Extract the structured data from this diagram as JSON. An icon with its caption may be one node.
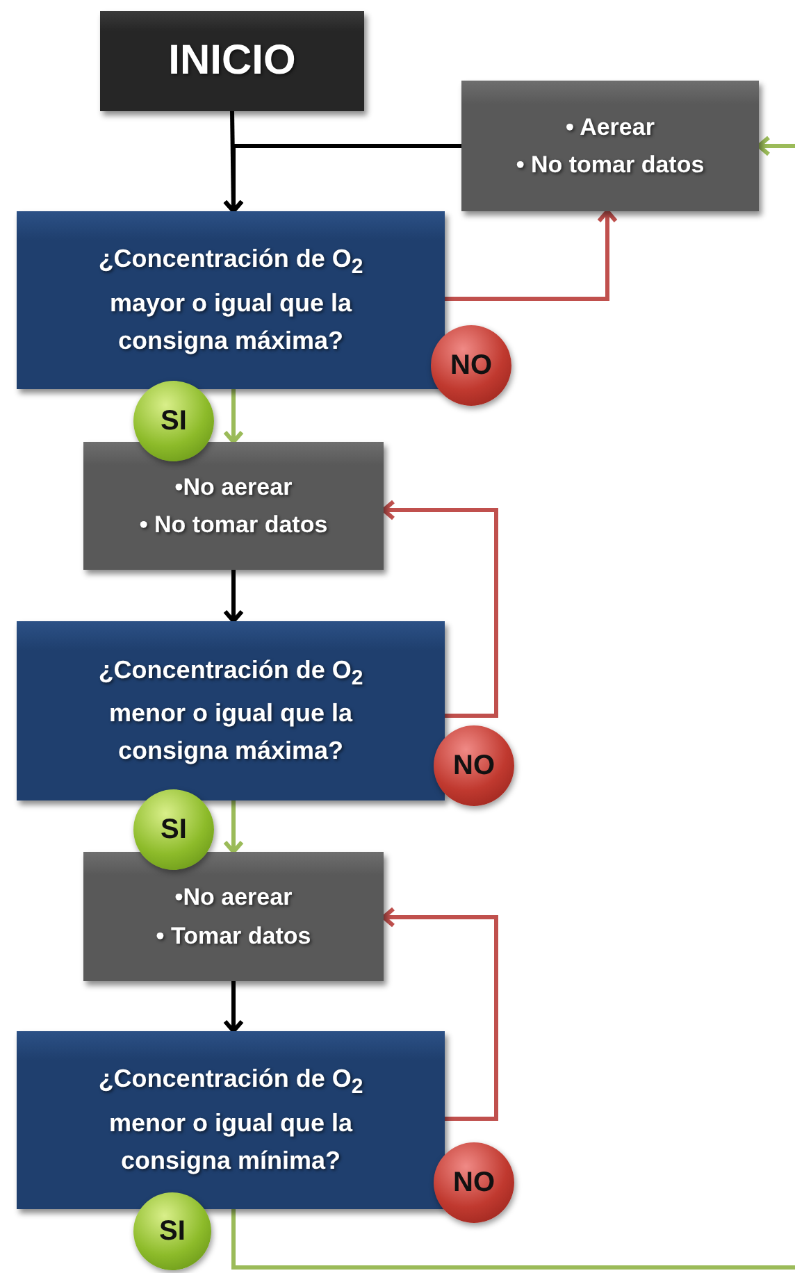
{
  "diagram": {
    "nodes": [
      {
        "text": [
          "INICIO"
        ]
      },
      {
        "text": [
          "• Aerear",
          "• No tomar datos"
        ]
      },
      {
        "text": [
          "¿Concentración de O$_{2}$ mayor o igual que la consigna máxima?"
        ]
      },
      {
        "text": [
          "NO"
        ]
      },
      {
        "text": [
          "SI"
        ]
      },
      {
        "text": [
          "•No aerear",
          "• No tomar datos"
        ]
      },
      {
        "text": [
          "¿Concentración de O$_{2}$ menor o igual que la consigna máxima?"
        ]
      },
      {
        "text": [
          "NO"
        ]
      },
      {
        "text": [
          "SI"
        ]
      },
      {
        "text": [
          "•No aerear",
          "• Tomar datos"
        ]
      },
      {
        "text": [
          "¿Concentración de O$_{2}$ menor o igual que la consigna mínima?"
        ]
      },
      {
        "text": [
          "NO"
        ]
      },
      {
        "text": [
          "SI"
        ]
      }
    ],
    "edges": [
      {
        "from": 0,
        "to": 2,
        "arrow": "to"
      },
      {
        "from": 1,
        "to": 2,
        "arrow": "to"
      },
      {
        "from": 2,
        "to": 1,
        "arrow": "to",
        "color": "#c0504d"
      },
      {
        "from": 2,
        "to": 5,
        "arrow": "to",
        "color": "#9bbb59"
      },
      {
        "from": 5,
        "to": 6,
        "arrow": "to"
      },
      {
        "from": 6,
        "to": 5,
        "arrow": "to",
        "color": "#c0504d"
      },
      {
        "from": 6,
        "to": 9,
        "arrow": "to",
        "color": "#9bbb59"
      },
      {
        "from": 9,
        "to": 10,
        "arrow": "to"
      },
      {
        "from": 10,
        "to": 9,
        "arrow": "to",
        "color": "#c0504d"
      },
      {
        "from": 10,
        "to": null,
        "arrow": "none",
        "color": "#9bbb59"
      },
      {
        "from": null,
        "to": 1,
        "arrow": "to",
        "color": "#9bbb59"
      }
    ]
  }
}
